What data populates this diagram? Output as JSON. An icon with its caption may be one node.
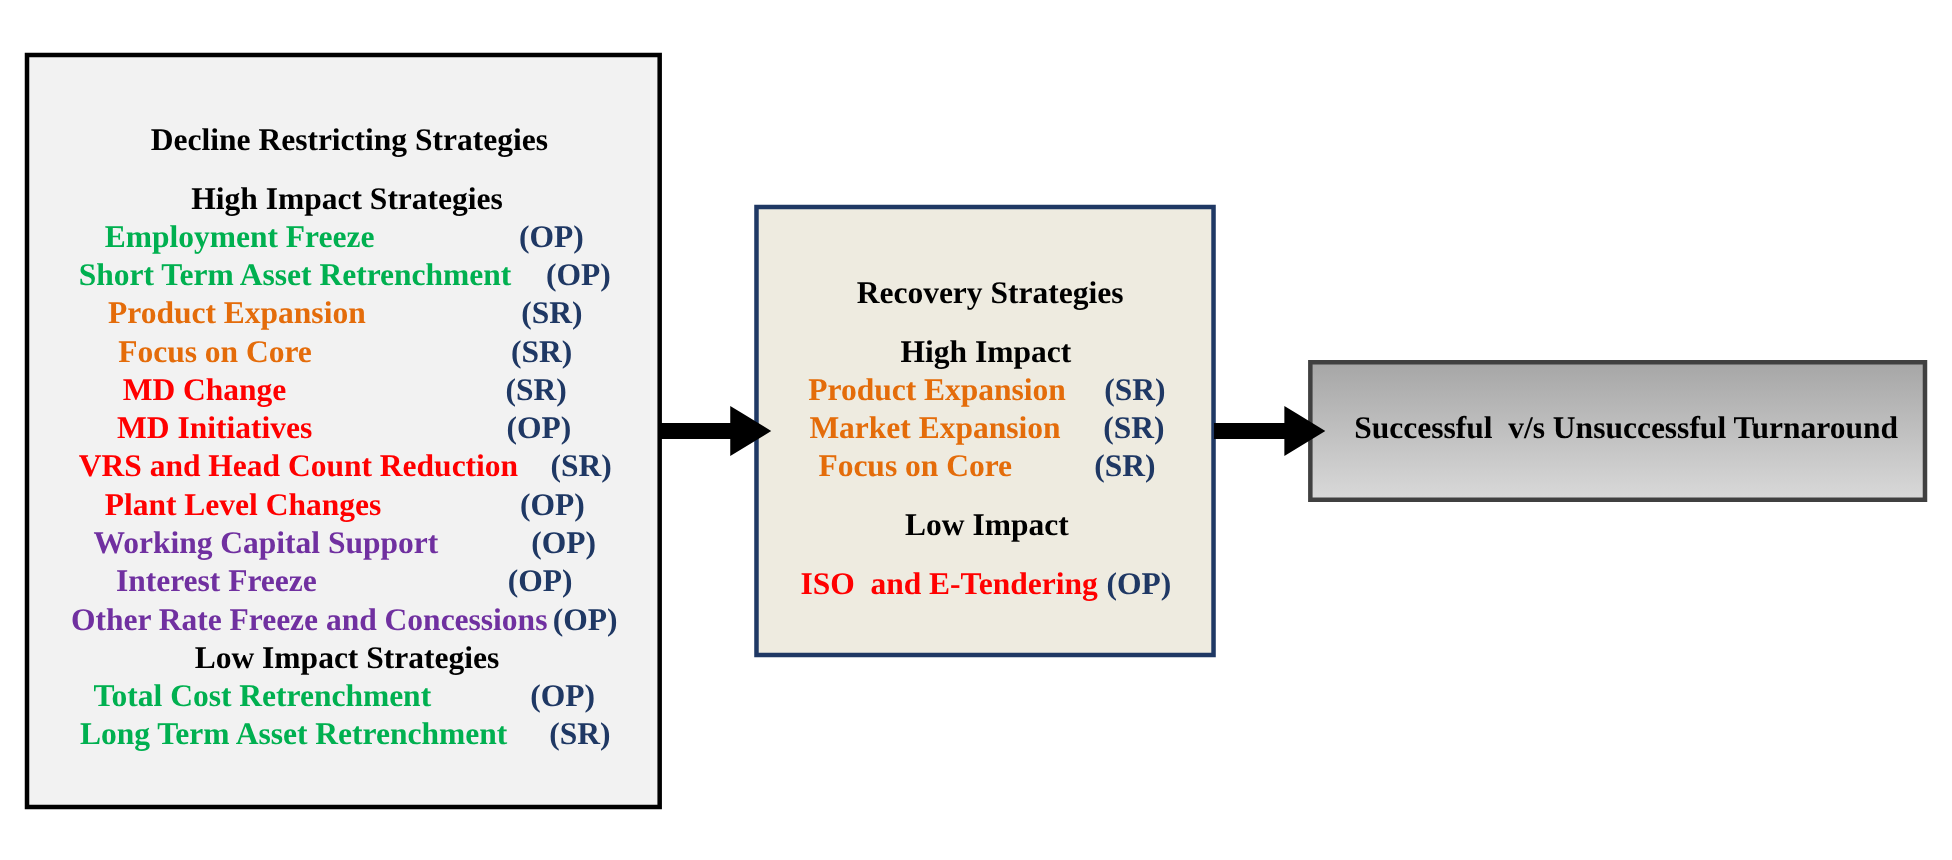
{
  "diagram": {
    "nodes": [
      {
        "text": [
          "Decline Restricting Strategies",
          "High Impact Strategies",
          "Employment Freeze (OP)",
          "Short Term Asset Retrenchment (OP)",
          "Product Expansion (SR)",
          "Focus on Core (SR)",
          "MD Change (SR)",
          "MD Initiatives (OP)",
          "VRS and Head Count Reduction (SR)",
          "Plant Level Changes (OP)",
          "Working Capital Support (OP)",
          "Interest Freeze (OP)",
          "Other Rate Freeze and Concessions (OP)",
          "Low Impact Strategies",
          "Total Cost Retrenchment (OP)",
          "Long Term Asset Retrenchment (SR)"
        ]
      },
      {
        "text": [
          "Recovery Strategies",
          "High Impact",
          "Product Expansion (SR)",
          "Market Expansion (SR)",
          "Focus on Core (SR)",
          "Low Impact",
          "ISO  and E-Tendering (OP)"
        ]
      },
      {
        "text": [
          "Successful  v/s Unsuccessful Turnaround"
        ]
      }
    ],
    "edges": [
      {
        "from": 0,
        "to": 1,
        "arrow": "to"
      },
      {
        "from": 1,
        "to": 2,
        "arrow": "to"
      }
    ]
  }
}
